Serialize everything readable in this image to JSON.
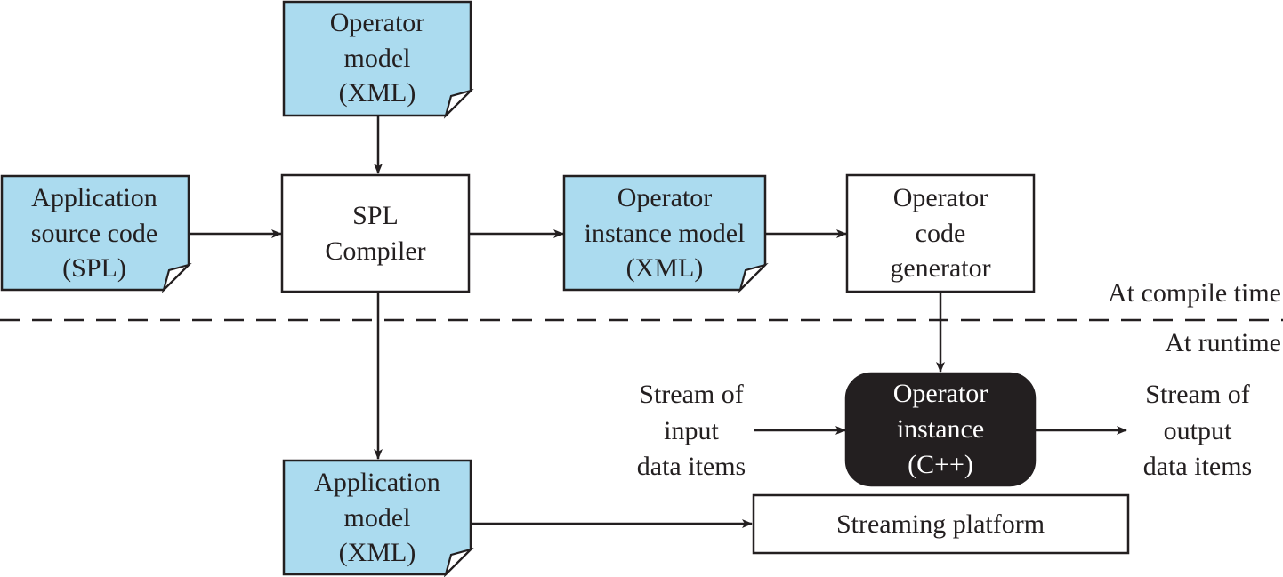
{
  "diagram": {
    "colors": {
      "document_fill": "#abdbef",
      "process_fill": "#ffffff",
      "runtime_fill": "#231f20",
      "stroke": "#231f20"
    },
    "nodes": {
      "operator_model": {
        "lines": [
          "Operator",
          "model",
          "(XML)"
        ],
        "kind": "document"
      },
      "app_source": {
        "lines": [
          "Application",
          "source code",
          "(SPL)"
        ],
        "kind": "document"
      },
      "spl_compiler": {
        "lines": [
          "SPL",
          "Compiler"
        ],
        "kind": "process"
      },
      "op_instance_model": {
        "lines": [
          "Operator",
          "instance model",
          "(XML)"
        ],
        "kind": "document"
      },
      "op_code_gen": {
        "lines": [
          "Operator",
          "code",
          "generator"
        ],
        "kind": "process"
      },
      "op_instance": {
        "lines": [
          "Operator",
          "instance",
          "(C++)"
        ],
        "kind": "runtime"
      },
      "app_model": {
        "lines": [
          "Application",
          "model",
          "(XML)"
        ],
        "kind": "document"
      },
      "streaming_platform": {
        "lines": [
          "Streaming platform"
        ],
        "kind": "process"
      }
    },
    "labels": {
      "input_stream": [
        "Stream of",
        "input",
        "data items"
      ],
      "output_stream": [
        "Stream of",
        "output",
        "data items"
      ],
      "compile_time": "At compile time",
      "runtime": "At runtime"
    },
    "edges": [
      {
        "from": "operator_model",
        "to": "spl_compiler"
      },
      {
        "from": "app_source",
        "to": "spl_compiler"
      },
      {
        "from": "spl_compiler",
        "to": "op_instance_model"
      },
      {
        "from": "op_instance_model",
        "to": "op_code_gen"
      },
      {
        "from": "op_code_gen",
        "to": "op_instance"
      },
      {
        "from": "spl_compiler",
        "to": "app_model"
      },
      {
        "from": "app_model",
        "to": "streaming_platform"
      },
      {
        "from": "input_stream",
        "to": "op_instance"
      },
      {
        "from": "op_instance",
        "to": "output_stream"
      }
    ]
  }
}
